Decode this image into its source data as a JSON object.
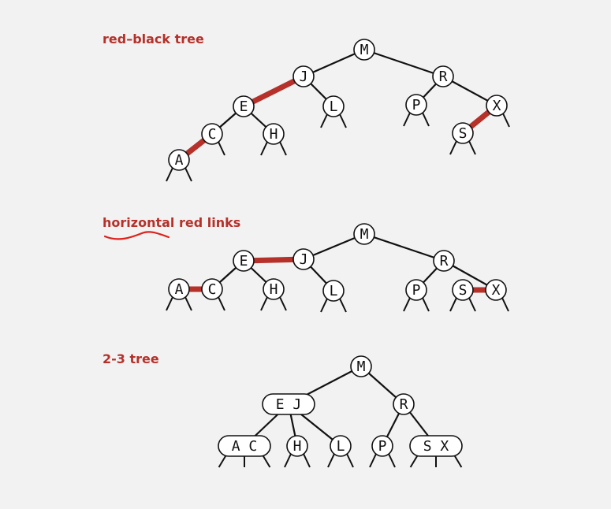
{
  "colors": {
    "background": "#f2f2f2",
    "title": "#b5312a",
    "red_link": "#b5312a",
    "black_link": "#111111",
    "node_fill": "#ffffff",
    "node_stroke": "#111111",
    "scribble": "#e0201c"
  },
  "sections": [
    {
      "title": "red–black tree",
      "nodes": [
        "M",
        "J",
        "R",
        "E",
        "L",
        "P",
        "X",
        "C",
        "H",
        "S",
        "A"
      ]
    },
    {
      "title": "horizontal red links",
      "nodes": [
        "M",
        "E",
        "J",
        "R",
        "A",
        "C",
        "H",
        "L",
        "P",
        "S",
        "X"
      ]
    },
    {
      "title": "2-3 tree",
      "nodes": [
        "M",
        "E J",
        "R",
        "A C",
        "H",
        "L",
        "P",
        "S X"
      ]
    }
  ]
}
